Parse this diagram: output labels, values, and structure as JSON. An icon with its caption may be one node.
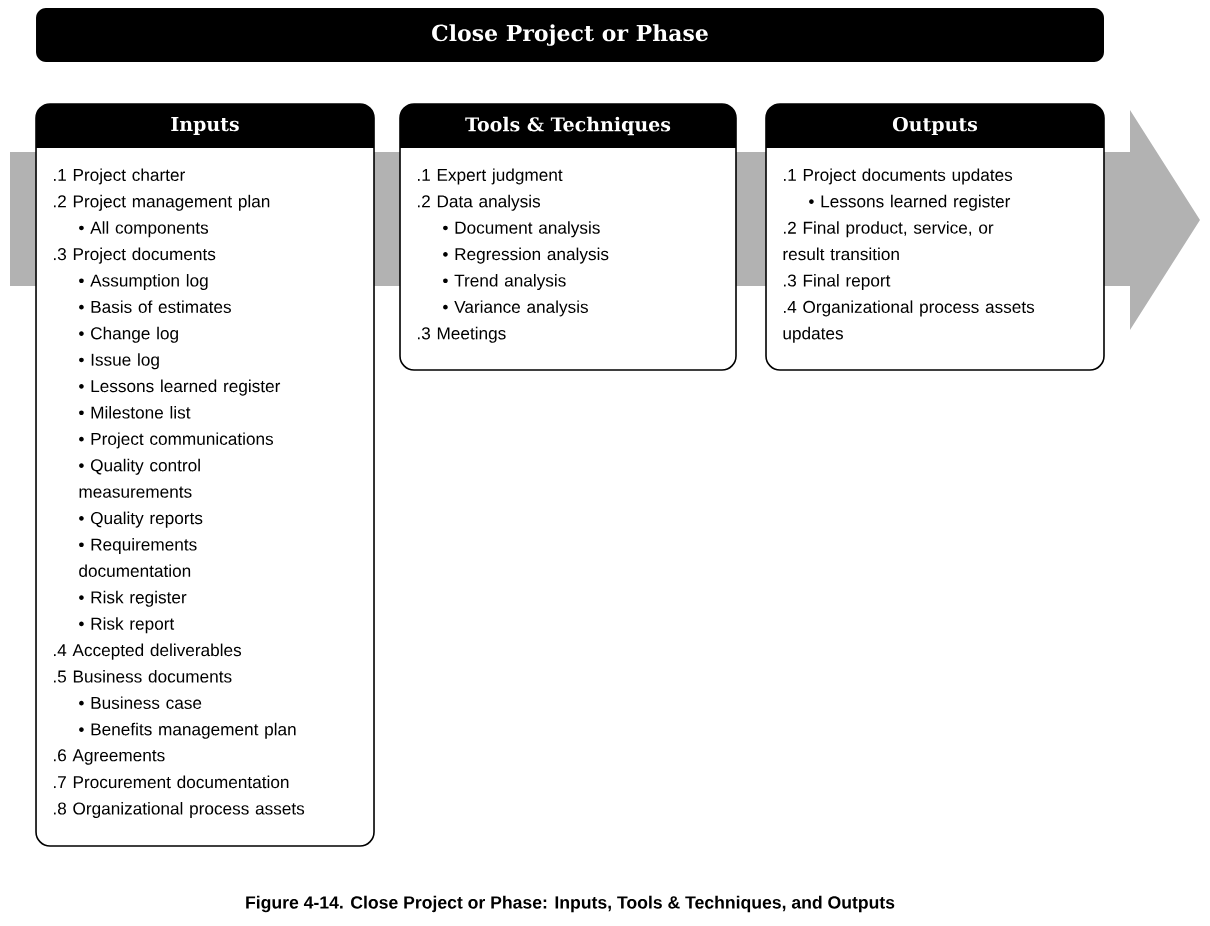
{
  "diagram": {
    "title": "Close Project or Phase",
    "caption": "Figure 4-14. Close Project or Phase: Inputs, Tools & Techniques, and Outputs",
    "nodes": [
      {
        "text": [
          "Inputs",
          ".1 Project charter",
          ".2 Project management plan",
          "• All components",
          ".3 Project documents",
          "• Assumption log",
          "• Basis of estimates",
          "• Change log",
          "• Issue log",
          "• Lessons learned register",
          "• Milestone list",
          "• Project communications",
          "• Quality control measurements",
          "• Quality reports",
          "• Requirements documentation",
          "• Risk register",
          "• Risk report",
          ".4 Accepted deliverables",
          ".5 Business documents",
          "• Business case",
          "• Benefits management plan",
          ".6 Agreements",
          ".7 Procurement documentation",
          ".8 Organizational process assets"
        ]
      },
      {
        "text": [
          "Tools & Techniques",
          ".1 Expert judgment",
          ".2 Data analysis",
          "• Document analysis",
          "• Regression analysis",
          "• Trend analysis",
          "• Variance analysis",
          ".3 Meetings"
        ]
      },
      {
        "text": [
          "Outputs",
          ".1 Project documents updates",
          "• Lessons learned register",
          ".2 Final product, service, or result transition",
          ".3 Final report",
          ".4 Organizational process assets updates"
        ]
      }
    ]
  }
}
